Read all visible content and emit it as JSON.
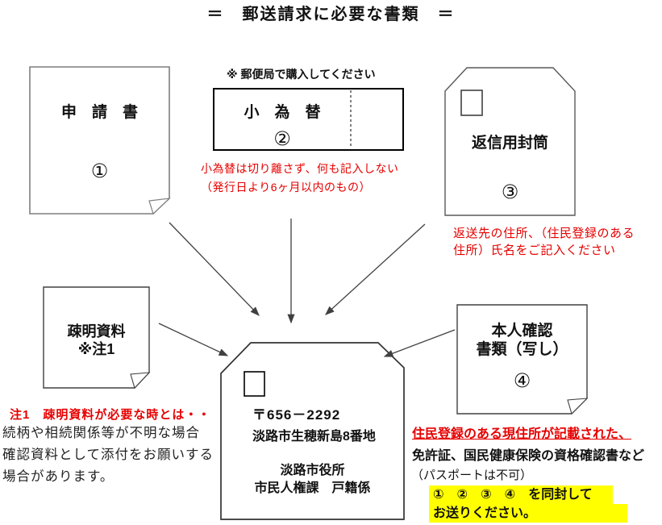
{
  "title": "＝　郵送請求に必要な書類　＝",
  "application": {
    "label": "申　請　書",
    "number": "①"
  },
  "money_order": {
    "purchase_note": "※ 郵便局で購入してください",
    "label": "小　為　替",
    "number": "②",
    "warning_line1": "小為替は切り離さず、何も記入しない",
    "warning_line2": "（発行日より6ヶ月以内のもの）"
  },
  "return_envelope": {
    "label": "返信用封筒",
    "number": "③",
    "note_line1": "返送先の住所、（住民登録のある",
    "note_line2": "住所）氏名をご記入ください"
  },
  "evidence": {
    "label_line1": "疎明資料",
    "label_line2": "※注1",
    "note_heading": "注1　疎明資料が必要な時とは・・",
    "note_line1": "続柄や相続関係等が不明な場合",
    "note_line2": "確認資料として添付をお願いする",
    "note_line3": "場合があります。"
  },
  "identity": {
    "label_line1": "本人確認",
    "label_line2": "書類（写し）",
    "number": "④",
    "note_red": "住民登録のある現住所が記載された、",
    "note_line1": "免許証、国民健康保険の資格確認書など",
    "note_line2": "（パスポートは不可）"
  },
  "mail_envelope": {
    "postal_code": "〒656－2292",
    "address": "淡路市生穂新島8番地",
    "office": "淡路市役所",
    "department": "市民人権課　戸籍係"
  },
  "enclose_note": {
    "line1": "①　②　③　④　を同封して",
    "line2": "お送りください。"
  },
  "colors": {
    "red_text": "#e60000",
    "highlight": "#ffff00",
    "outline_gray": "#7f7f7f",
    "outline_dark": "#404040"
  }
}
